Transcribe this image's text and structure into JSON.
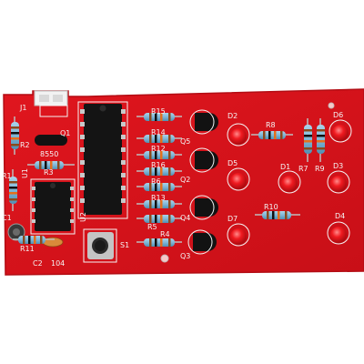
{
  "colors": {
    "board": "#d8141c",
    "board_edge": "#b30d14",
    "silk": "#f4f4f4",
    "ic_body": "#141414",
    "resistor_body": "#7fb6d6",
    "led_red": "#e8141a",
    "transistor": "#121212",
    "button_body": "#2a2a2a",
    "connector": "#f2f2f2",
    "background": "#ffffff"
  },
  "board": {
    "labels": {
      "j1": "J1",
      "r2": "R2",
      "q1": "Q1",
      "q1_part": "8550",
      "r1": "R1",
      "u1": "U1",
      "r3": "R3",
      "c1": "C1",
      "r11": "R11",
      "c2": "C2",
      "c2_value": "104",
      "u2": "U2",
      "s1": "S1",
      "r15": "R15",
      "r14": "R14",
      "r12": "R12",
      "r16": "R16",
      "r6": "R6",
      "r13": "R13",
      "r5": "R5",
      "r4": "R4",
      "q5": "Q5",
      "q2": "Q2",
      "q4": "Q4",
      "q3": "Q3",
      "d2": "D2",
      "d5": "D5",
      "d7": "D7",
      "d1": "D1",
      "r8": "R8",
      "r10": "R10",
      "d6": "D6",
      "r7": "R7",
      "r9": "R9",
      "d3": "D3",
      "d4": "D4"
    }
  }
}
